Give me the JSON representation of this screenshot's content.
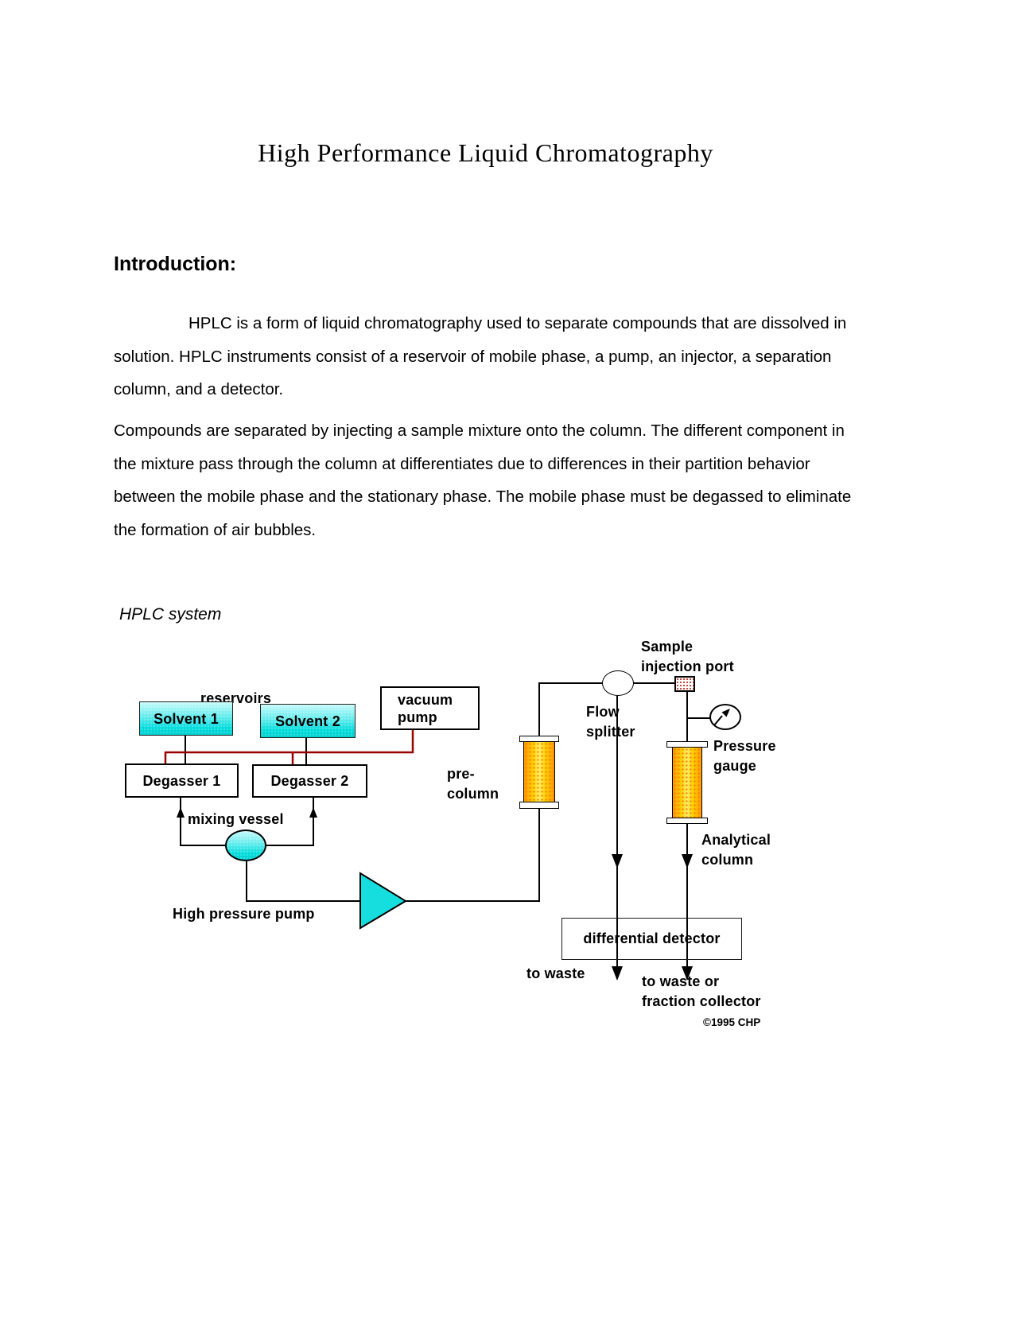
{
  "document": {
    "title": "High Performance Liquid Chromatography",
    "intro_heading": "Introduction:",
    "paragraph1": "HPLC is a form of liquid chromatography used to separate compounds that are dissolved in solution. HPLC instruments consist of a reservoir of mobile phase, a pump, an injector, a separation column, and a detector.",
    "paragraph2": "Compounds are separated by injecting a sample mixture onto the column. The different component in the mixture pass through the column at differentiates due to differences in their partition behavior between the mobile phase and the stationary phase. The mobile phase must be degassed to eliminate the formation of air bubbles.",
    "figure_caption": "HPLC system"
  },
  "diagram": {
    "labels": {
      "reservoirs": "reservoirs",
      "solvent1": "Solvent 1",
      "solvent2": "Solvent 2",
      "vacuum_pump": "vacuum pump",
      "degasser1": "Degasser 1",
      "degasser2": "Degasser 2",
      "pre_column": "pre-column",
      "mixing_vessel": "mixing vessel",
      "high_pressure_pump": "High pressure pump",
      "flow_splitter": "Flow splitter",
      "sample_injection_port": "Sample injection port",
      "pressure_gauge": "Pressure gauge",
      "analytical_column": "Analytical column",
      "differential_detector": "differential detector",
      "to_waste": "to waste",
      "to_waste_or_fraction_collector": "to waste or fraction collector",
      "copyright": "©1995 CHP"
    },
    "colors": {
      "reservoir_cyan": "#00dcdc",
      "column_yellow": "#ffef6a",
      "column_orange": "#ff9900",
      "tube_red": "#990000",
      "line_black": "#000000",
      "injection_port_red": "#bb1100"
    }
  }
}
